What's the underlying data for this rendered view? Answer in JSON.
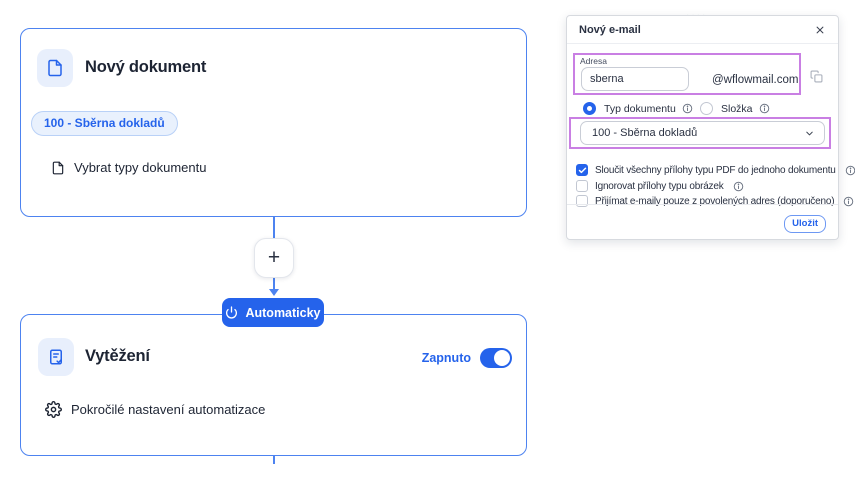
{
  "colors": {
    "primary": "#2563eb",
    "card_border": "#4d83f0",
    "annotation": "#c97fe3",
    "icon_bg": "#e8effc"
  },
  "background": {
    "dots": "····"
  },
  "canvas": {
    "node1": {
      "title": "Nový dokument",
      "badge": "100 - Sběrna dokladů",
      "action": "Vybrat typy dokumentu"
    },
    "connector": {
      "add_label": "+",
      "auto_button": "Automaticky"
    },
    "node2": {
      "title": "Vytěžení",
      "toggle_label": "Zapnuto",
      "toggle_on": true,
      "action": "Pokročilé nastavení automatizace"
    }
  },
  "modal": {
    "title": "Nový e-mail",
    "close": "✕",
    "address": {
      "label": "Adresa",
      "value": "sberna",
      "domain": "@wflowmail.com"
    },
    "radios": [
      {
        "label": "Typ dokumentu",
        "selected": true
      },
      {
        "label": "Složka",
        "selected": false
      }
    ],
    "doc_type_select": {
      "value": "100 - Sběrna dokladů"
    },
    "checkboxes": [
      {
        "label": "Sloučit všechny přílohy typu PDF do jednoho dokumentu",
        "checked": true
      },
      {
        "label": "Ignorovat přílohy typu obrázek",
        "checked": false
      },
      {
        "label": "Přijímat e-maily pouze z povolených adres (doporučeno)",
        "checked": false
      }
    ],
    "save_label": "Uložit"
  }
}
